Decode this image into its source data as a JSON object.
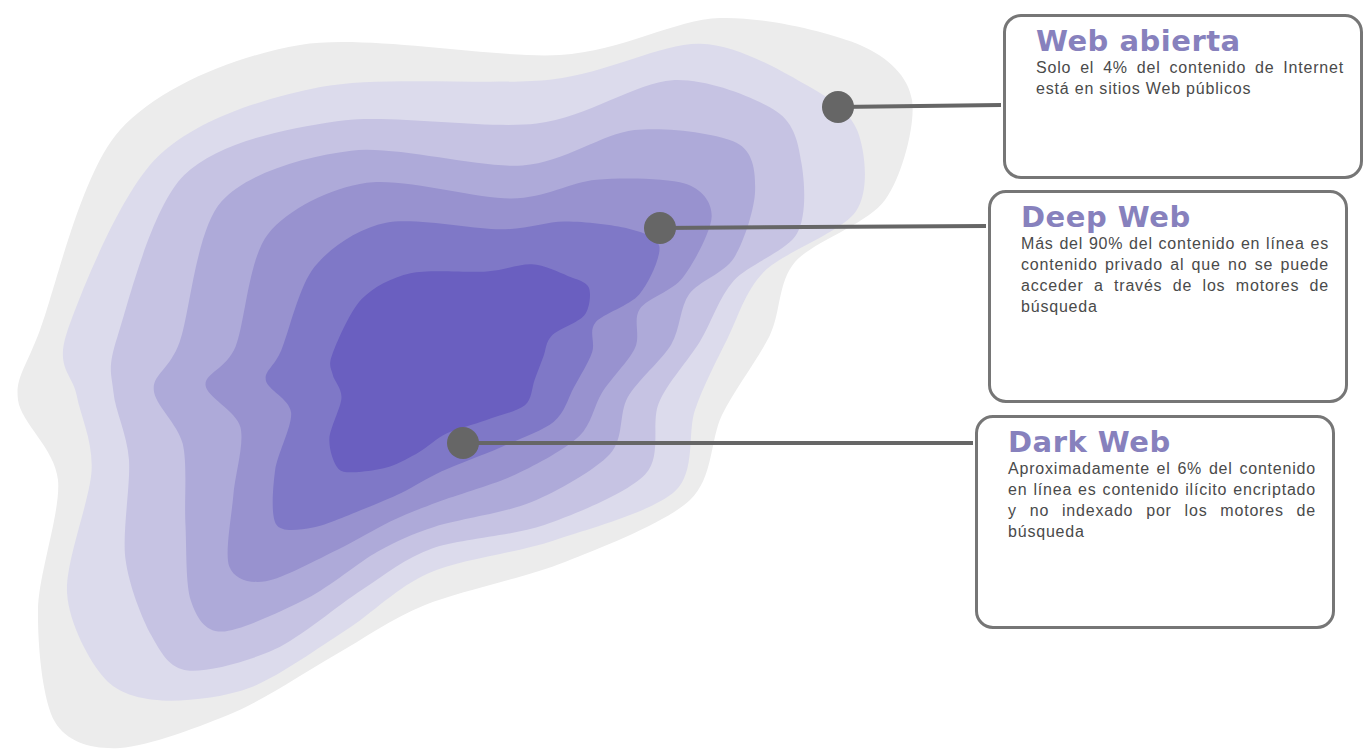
{
  "diagram": {
    "nodes": [
      {
        "text": [
          "Web abierta",
          "Solo el 4% del contenido de Internet está en sitios Web públicos"
        ]
      },
      {
        "text": [
          "Deep Web",
          "Más del 90% del contenido en línea es contenido privado al que no se puede acceder a través de los motores de búsqueda"
        ]
      },
      {
        "text": [
          "Dark Web",
          "Aproximadamente el 6% del contenido en línea es contenido ilícito encriptado y no indexado por los motores de búsqueda"
        ]
      }
    ]
  }
}
